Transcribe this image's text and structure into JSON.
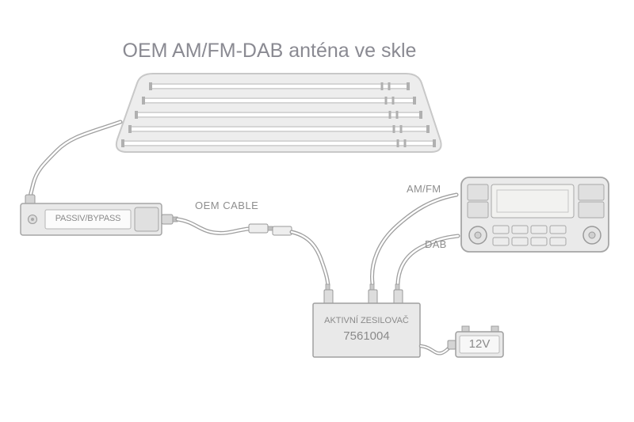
{
  "title": "OEM AM/FM-DAB anténa ve skle",
  "device": {
    "label": "PASSIV/BYPASS"
  },
  "cables": {
    "oem": "OEM CABLE",
    "am_fm": "AM/FM",
    "dab": "DAB"
  },
  "amplifier": {
    "name": "AKTIVNÍ ZESILOVAČ",
    "part_number": "7561004"
  },
  "power": {
    "label": "12V"
  },
  "colors": {
    "text": "#8e8e8e",
    "title_text": "#8a8a92",
    "line": "#9f9f9f",
    "fill": "#e9e9e9"
  }
}
